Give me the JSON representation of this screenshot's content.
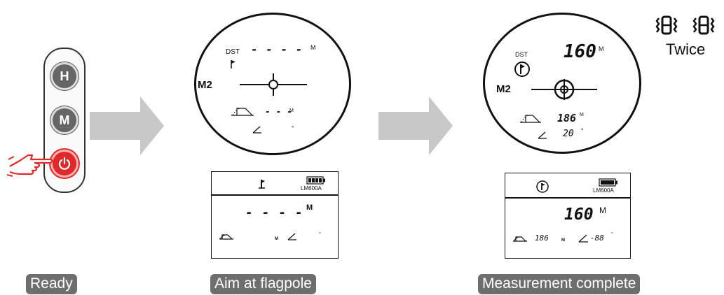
{
  "panel": {
    "buttons": [
      {
        "label": "H"
      },
      {
        "label": "M"
      },
      {
        "label": "power"
      }
    ]
  },
  "steps": {
    "ready": "Ready",
    "aim": "Aim at flagpole",
    "complete": "Measurement complete"
  },
  "twice_label": "Twice",
  "scope1": {
    "dst_label": "DST",
    "distance": "- - - -",
    "distance_unit": "M",
    "mode": "M2",
    "slope_distance": "- - -",
    "slope_unit": "M",
    "angle_unit": "°"
  },
  "scope2": {
    "dst_label": "DST",
    "distance": "160",
    "distance_unit": "M",
    "mode": "M2",
    "slope_distance": "186",
    "slope_unit": "M",
    "angle": "20",
    "angle_unit": "°"
  },
  "lcd1": {
    "model": "LM600A",
    "distance": "- - - -",
    "distance_unit": "M",
    "slope_unit": "M",
    "angle_unit": "°"
  },
  "lcd2": {
    "model": "LM600A",
    "distance": "160",
    "distance_unit": "M",
    "slope_distance": "186",
    "slope_unit": "M",
    "angle": "-88",
    "angle_unit": "°"
  },
  "colors": {
    "accent_red": "#e02a2a",
    "arrow_gray": "#c8c8c8",
    "label_gray": "#6e6e6e"
  }
}
